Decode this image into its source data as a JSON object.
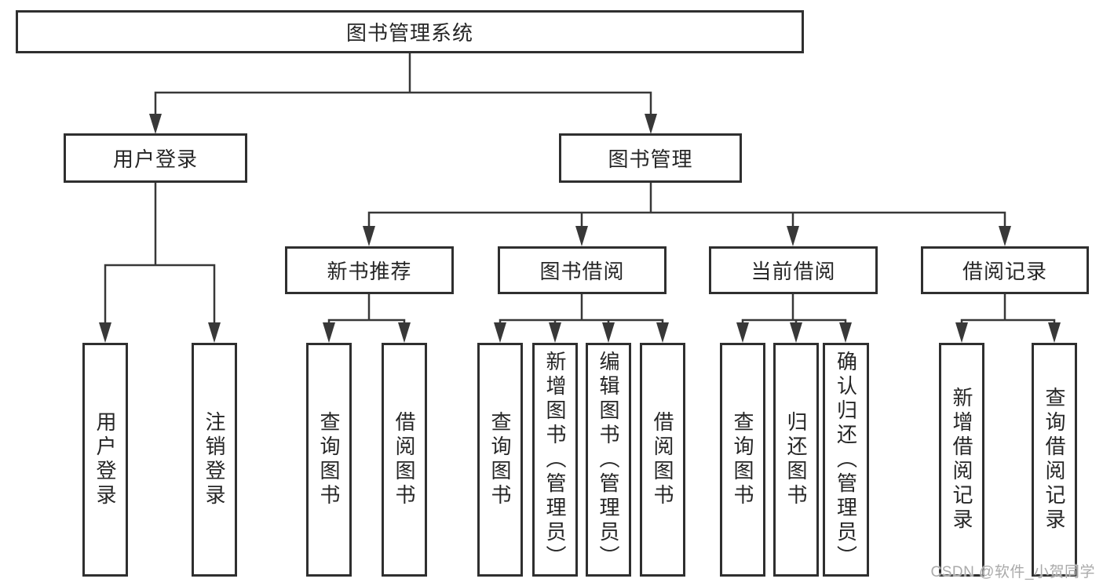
{
  "diagram_title": "图书管理系统",
  "tree": {
    "root": {
      "label": "图书管理系统"
    },
    "branches": [
      {
        "label": "用户登录",
        "children": [
          "用户登录",
          "注销登录"
        ]
      },
      {
        "label": "图书管理",
        "groups": [
          {
            "label": "新书推荐",
            "children": [
              "查询图书",
              "借阅图书"
            ]
          },
          {
            "label": "图书借阅",
            "children": [
              "查询图书",
              "新增图书（管理员）",
              "编辑图书（管理员）",
              "借阅图书"
            ]
          },
          {
            "label": "当前借阅",
            "children": [
              "查询图书",
              "归还图书",
              "确认归还（管理员）"
            ]
          },
          {
            "label": "借阅记录",
            "children": [
              "新增借阅记录",
              "查询借阅记录"
            ]
          }
        ]
      }
    ]
  },
  "watermark": {
    "text": "CSDN @软件_小贺同学"
  },
  "colors": {
    "connector_line": "#383838",
    "box_border": "#2f2f2f",
    "text": "#262626",
    "background": "#ffffff",
    "watermark_text": "#aaaaaa"
  }
}
